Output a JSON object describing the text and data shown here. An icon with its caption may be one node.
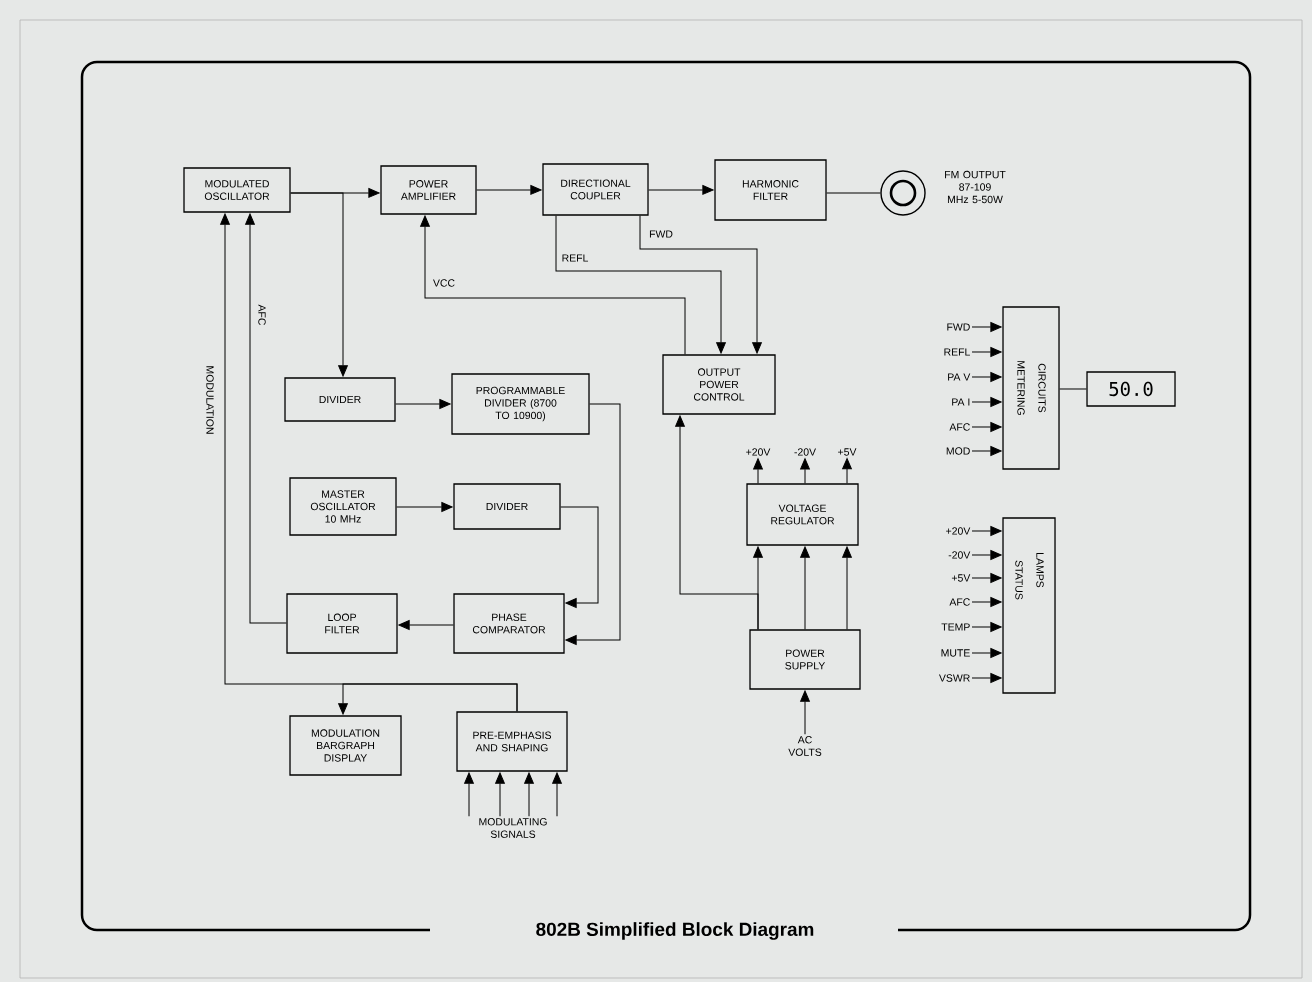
{
  "diagram": {
    "title": "802B Simplified Block Diagram",
    "nodes": [
      {
        "text": [
          "MODULATED OSCILLATOR"
        ]
      },
      {
        "text": [
          "POWER AMPLIFIER"
        ]
      },
      {
        "text": [
          "DIRECTIONAL COUPLER"
        ]
      },
      {
        "text": [
          "HARMONIC FILTER"
        ]
      },
      {
        "text": [],
        "shape": "circle",
        "beside": [
          "FM OUTPUT 87-109 MHz 5-50W"
        ]
      },
      {
        "text": [
          "DIVIDER"
        ]
      },
      {
        "text": [
          "PROGRAMMABLE DIVIDER (8700 TO 10900)"
        ]
      },
      {
        "text": [
          "OUTPUT POWER CONTROL"
        ]
      },
      {
        "text": [
          "MASTER OSCILLATOR 10 MHz"
        ]
      },
      {
        "text": [
          "DIVIDER"
        ]
      },
      {
        "text": [
          "VOLTAGE REGULATOR"
        ]
      },
      {
        "text": [
          "LOOP FILTER"
        ]
      },
      {
        "text": [
          "PHASE COMPARATOR"
        ]
      },
      {
        "text": [
          "POWER SUPPLY"
        ]
      },
      {
        "text": [
          "MODULATION BARGRAPH DISPLAY"
        ]
      },
      {
        "text": [
          "PRE-EMPHASIS AND SHAPING"
        ]
      },
      {
        "text": [
          "METERING",
          "CIRCUITS"
        ]
      },
      {
        "text": [
          "50.0"
        ]
      },
      {
        "text": [
          "STATUS",
          "LAMPS"
        ]
      },
      {
        "text": [
          "FWD"
        ]
      },
      {
        "text": [
          "REFL"
        ]
      },
      {
        "text": [
          "PA V"
        ]
      },
      {
        "text": [
          "PA I"
        ]
      },
      {
        "text": [
          "AFC"
        ]
      },
      {
        "text": [
          "MOD"
        ]
      },
      {
        "text": [
          "+20V"
        ]
      },
      {
        "text": [
          "-20V"
        ]
      },
      {
        "text": [
          "+5V"
        ]
      },
      {
        "text": [
          "AFC"
        ]
      },
      {
        "text": [
          "TEMP"
        ]
      },
      {
        "text": [
          "MUTE"
        ]
      },
      {
        "text": [
          "VSWR"
        ]
      },
      {
        "text": [
          "+20V"
        ]
      },
      {
        "text": [
          "-20V"
        ]
      },
      {
        "text": [
          "+5V"
        ]
      },
      {
        "text": [
          "AC VOLTS"
        ]
      },
      {
        "text": [
          "MODULATING SIGNALS"
        ]
      }
    ],
    "edges": [
      {
        "from": 0,
        "to": 1,
        "arrow": "to"
      },
      {
        "from": 0,
        "to": 5,
        "arrow": "to"
      },
      {
        "from": 1,
        "to": 2,
        "arrow": "to"
      },
      {
        "from": 2,
        "to": 3,
        "arrow": "to"
      },
      {
        "from": 3,
        "to": 4,
        "arrow": "none"
      },
      {
        "from": 2,
        "to": 7,
        "arrow": "to",
        "label": "FWD"
      },
      {
        "from": 2,
        "to": 7,
        "arrow": "to",
        "label": "REFL"
      },
      {
        "from": 7,
        "to": 1,
        "arrow": "to",
        "label": "VCC"
      },
      {
        "from": 5,
        "to": 6,
        "arrow": "to"
      },
      {
        "from": 6,
        "to": 12,
        "arrow": "to"
      },
      {
        "from": 8,
        "to": 9,
        "arrow": "to"
      },
      {
        "from": 9,
        "to": 12,
        "arrow": "to"
      },
      {
        "from": 12,
        "to": 11,
        "arrow": "to"
      },
      {
        "from": 11,
        "to": 0,
        "arrow": "to",
        "label": "AFC"
      },
      {
        "from": 15,
        "to": 0,
        "arrow": "to",
        "label": "MODULATION"
      },
      {
        "from": 15,
        "to": 14,
        "arrow": "to"
      },
      {
        "from": 13,
        "to": 10,
        "arrow": "to"
      },
      {
        "from": 13,
        "to": 10,
        "arrow": "to"
      },
      {
        "from": 13,
        "to": 10,
        "arrow": "to"
      },
      {
        "from": 13,
        "to": 7,
        "arrow": "to"
      },
      {
        "from": 10,
        "to": 32,
        "arrow": "to"
      },
      {
        "from": 10,
        "to": 33,
        "arrow": "to"
      },
      {
        "from": 10,
        "to": 34,
        "arrow": "to"
      },
      {
        "from": 35,
        "to": 13,
        "arrow": "to"
      },
      {
        "from": 36,
        "to": 15,
        "arrow": "to"
      },
      {
        "from": 36,
        "to": 15,
        "arrow": "to"
      },
      {
        "from": 36,
        "to": 15,
        "arrow": "to"
      },
      {
        "from": 36,
        "to": 15,
        "arrow": "to"
      },
      {
        "from": 19,
        "to": 16,
        "arrow": "to"
      },
      {
        "from": 20,
        "to": 16,
        "arrow": "to"
      },
      {
        "from": 21,
        "to": 16,
        "arrow": "to"
      },
      {
        "from": 22,
        "to": 16,
        "arrow": "to"
      },
      {
        "from": 23,
        "to": 16,
        "arrow": "to"
      },
      {
        "from": 24,
        "to": 16,
        "arrow": "to"
      },
      {
        "from": 25,
        "to": 18,
        "arrow": "to"
      },
      {
        "from": 26,
        "to": 18,
        "arrow": "to"
      },
      {
        "from": 27,
        "to": 18,
        "arrow": "to"
      },
      {
        "from": 28,
        "to": 18,
        "arrow": "to"
      },
      {
        "from": 29,
        "to": 18,
        "arrow": "to"
      },
      {
        "from": 30,
        "to": 18,
        "arrow": "to"
      },
      {
        "from": 31,
        "to": 18,
        "arrow": "to"
      },
      {
        "from": 16,
        "to": 17,
        "arrow": "none"
      }
    ]
  }
}
